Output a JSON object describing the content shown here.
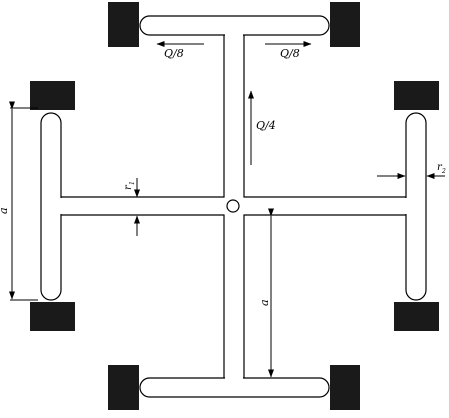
{
  "labels": {
    "q8_left": "Q/8",
    "q8_right": "Q/8",
    "q4": "Q/4",
    "a_left": "a",
    "a_right": "a",
    "r1": "r",
    "r1_sub": "1",
    "r2": "r",
    "r2_sub": "2"
  },
  "colors": {
    "line": "#000000",
    "block": "#1a1a1a",
    "background": "#ffffff"
  }
}
